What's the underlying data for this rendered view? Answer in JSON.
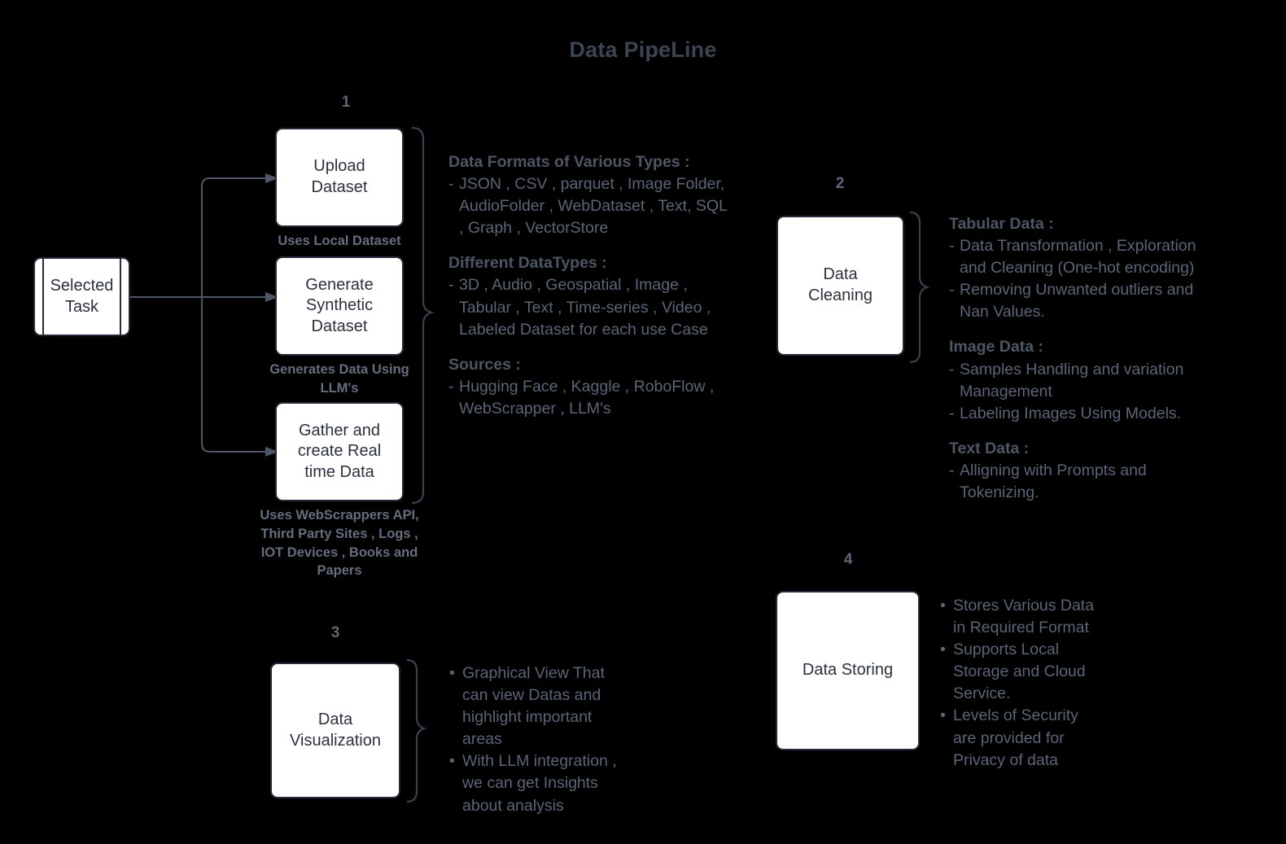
{
  "title": "Data PipeLine",
  "colors": {
    "background": "#000000",
    "title": "#3b4451",
    "node_border": "#252a36",
    "node_fill": "#ffffff",
    "node_text": "#2b313d",
    "caption": "#646e7d",
    "annotation": "#5a6675",
    "annotation_heading": "#4d5764",
    "step_number": "#5c6777",
    "connector": "#4e5866",
    "brace": "#3a414f"
  },
  "start_node": {
    "label_line1": "Selected",
    "label_line2": "Task",
    "shape": "predefined-process"
  },
  "steps": {
    "one": {
      "number": "1",
      "nodes": [
        {
          "label_line1": "Upload",
          "label_line2": "Dataset",
          "caption": "Uses Local Dataset"
        },
        {
          "label_line1": "Generate",
          "label_line2": "Synthetic",
          "label_line3": "Dataset",
          "caption_line1": "Generates Data Using",
          "caption_line2": "LLM's"
        },
        {
          "label_line1": "Gather and",
          "label_line2": "create Real",
          "label_line3": "time Data",
          "caption_line1": "Uses WebScrappers API,",
          "caption_line2": "Third Party Sites , Logs ,",
          "caption_line3": "IOT Devices , Books and",
          "caption_line4": "Papers"
        }
      ],
      "annotations": [
        {
          "heading": "Data Formats of Various Types :",
          "lines": [
            "JSON , CSV , parquet , Image Folder,",
            "AudioFolder , WebDataset , Text, SQL",
            ", Graph ,  VectorStore"
          ]
        },
        {
          "heading": "Different DataTypes :",
          "lines": [
            "3D , Audio , Geospatial , Image ,",
            "Tabular , Text , Time-series , Video ,",
            "Labeled Dataset for each use Case"
          ]
        },
        {
          "heading": "Sources :",
          "lines": [
            "Hugging Face , Kaggle , RoboFlow ,",
            "WebScrapper , LLM's"
          ]
        }
      ]
    },
    "two": {
      "number": "2",
      "node": {
        "label_line1": "Data",
        "label_line2": "Cleaning"
      },
      "annotations": [
        {
          "heading": "Tabular Data :",
          "items": [
            [
              "Data Transformation , Exploration",
              "and Cleaning (One-hot encoding)"
            ],
            [
              "Removing Unwanted outliers and",
              "Nan Values."
            ]
          ]
        },
        {
          "heading": "Image Data :",
          "items": [
            [
              "Samples Handling and variation",
              "Management"
            ],
            [
              "Labeling Images Using Models."
            ]
          ]
        },
        {
          "heading": "Text Data :",
          "items": [
            [
              "Alligning with Prompts and",
              "Tokenizing."
            ]
          ]
        }
      ]
    },
    "three": {
      "number": "3",
      "node": {
        "label_line1": "Data",
        "label_line2": "Visualization"
      },
      "bullets": [
        [
          "Graphical View That",
          "can view Datas and",
          "highlight important",
          "areas"
        ],
        [
          "With LLM integration ,",
          "we can get Insights",
          "about analysis"
        ]
      ]
    },
    "four": {
      "number": "4",
      "node": {
        "label_line1": "Data Storing"
      },
      "bullets": [
        [
          "Stores Various Data",
          "in Required Format"
        ],
        [
          "Supports Local",
          "Storage and Cloud",
          "Service."
        ],
        [
          "Levels of Security",
          "are provided for",
          "Privacy of data"
        ]
      ]
    }
  }
}
